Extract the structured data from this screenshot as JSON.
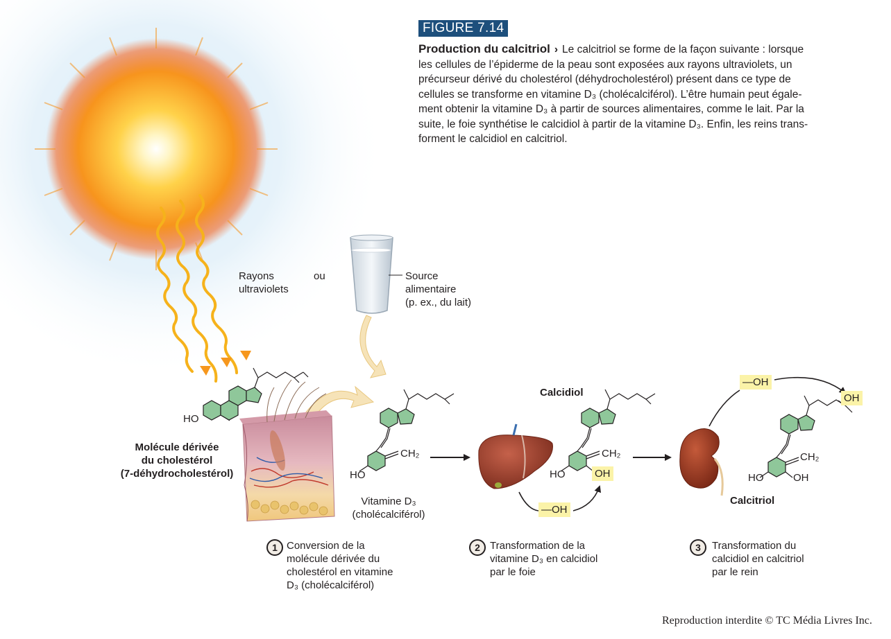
{
  "figure": {
    "badge": "FIGURE 7.14",
    "title": "Production du calcitriol",
    "chevron": "›",
    "caption_lines": [
      "Le calcitriol se forme de la façon suivante : lorsque",
      "les cellules de l’épiderme de la peau sont exposées aux rayons ultraviolets, un",
      "précurseur dérivé du cholestérol (déhydrocholestérol) présent dans ce type de",
      "cellules se transforme en vitamine D₃ (cholécalciférol). L’être humain peut égale-",
      "ment obtenir la vitamine D₃ à partir de sources alimentaires, comme le lait. Par la",
      "suite, le foie synthétise le calcidiol à partir de la vitamine D₃. Enfin, les reins trans-",
      "forment le calcidiol en calcitriol."
    ]
  },
  "labels": {
    "uv_1": "Rayons",
    "uv_2": "ultraviolets",
    "or": "ou",
    "food_1": "Source",
    "food_2": "alimentaire",
    "food_3": "(p. ex., du lait)",
    "cholesterol_1": "Molécule dérivée",
    "cholesterol_2": "du cholestérol",
    "cholesterol_3": "(7-déhydrocholestérol)",
    "vitd3_1": "Vitamine D₃",
    "vitd3_2": "(cholécalciférol)",
    "calcidiol": "Calcidiol",
    "calcitriol": "Calcitriol",
    "ho": "HO",
    "oh": "OH",
    "ch2": "CH₂",
    "oh_group": "—OH"
  },
  "steps": [
    {
      "num": "1",
      "lines": [
        "Conversion de la",
        "molécule dérivée du",
        "cholestérol en vitamine",
        "D₃ (cholécalciférol)"
      ]
    },
    {
      "num": "2",
      "lines": [
        "Transformation de la",
        "vitamine D₃ en calcidiol",
        "par le foie"
      ]
    },
    {
      "num": "3",
      "lines": [
        "Transformation du",
        "calcidiol en calcitriol",
        "par le rein"
      ]
    }
  ],
  "copyright": "Reproduction interdite © TC Média Livres Inc.",
  "colors": {
    "badge": "#1d4f7c",
    "ring_fill": "#8fc79a",
    "highlight": "#fbf3a8",
    "sun": "#f7941d",
    "liver": "#a0432e",
    "kidney": "#9b3a22"
  }
}
